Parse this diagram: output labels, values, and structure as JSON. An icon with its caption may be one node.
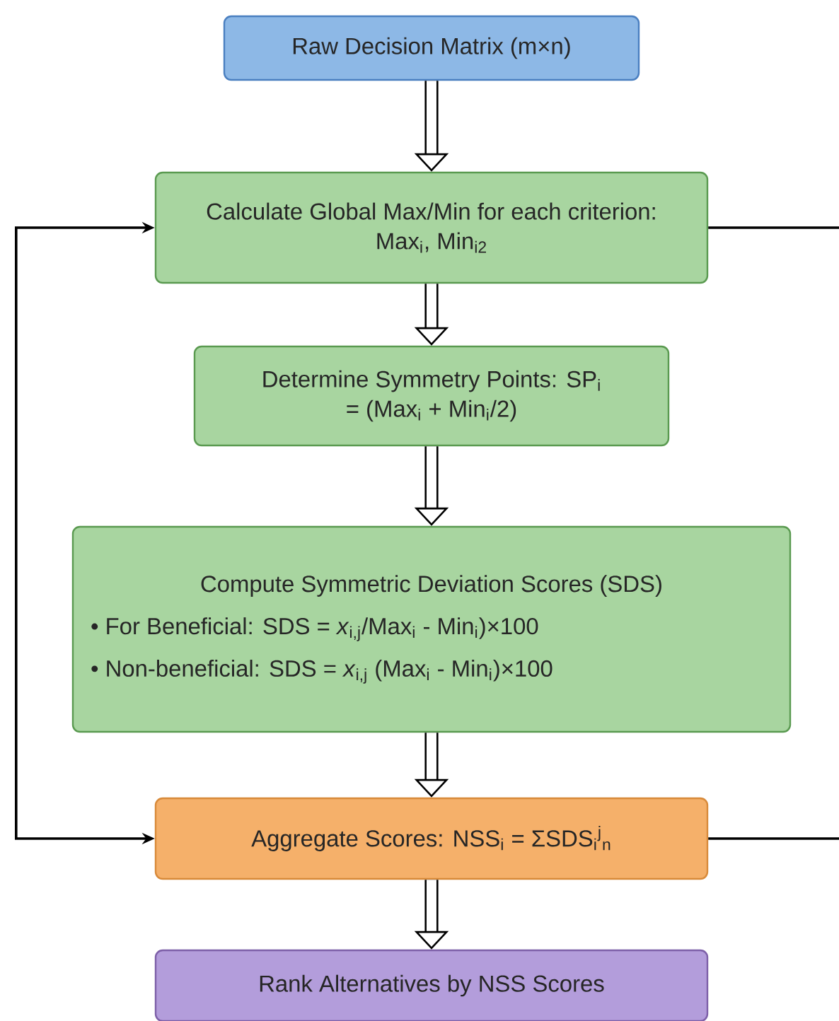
{
  "diagram": {
    "nodes": [
      {
        "text": [
          "Raw Decision Matrix (m×n)"
        ]
      },
      {
        "text": [
          "Calculate Global Max/Min for each criterion: Max$_{i}$, Min$_{i2}$"
        ]
      },
      {
        "text": [
          "Determine Symmetry Points: SP$_{i}$ = (Max$_{i}$ + Min$_{i}$/2)"
        ]
      },
      {
        "text": [
          "Compute Symmetric Deviation Scores (SDS)",
          "• For Beneficial: SDS = *x*$_{i,j}$/Max$_{i}$ - Min$_{i}$)×100",
          "• Non-beneficial: SDS = *x*$_{i,j}$ (Max$_{i}$ - Min$_{i}$)×100"
        ]
      },
      {
        "text": [
          "Aggregate Scores: NSS$_{i}$ = ΣSDS$_{i}$$^{j}$$_{n}$"
        ]
      },
      {
        "text": [
          "Rank Alternatives by NSS Scores"
        ]
      }
    ],
    "edges": [
      {
        "from": 0,
        "to": 1,
        "arrow": "to"
      },
      {
        "from": 1,
        "to": 2,
        "arrow": "to"
      },
      {
        "from": 2,
        "to": 3,
        "arrow": "to"
      },
      {
        "from": 3,
        "to": 4,
        "arrow": "to"
      },
      {
        "from": 4,
        "to": 5,
        "arrow": "to"
      },
      {
        "from": 4,
        "to": 1,
        "arrow": "both"
      },
      {
        "from": 1,
        "to": null,
        "arrow": "none"
      },
      {
        "from": 4,
        "to": null,
        "arrow": "none"
      }
    ]
  }
}
